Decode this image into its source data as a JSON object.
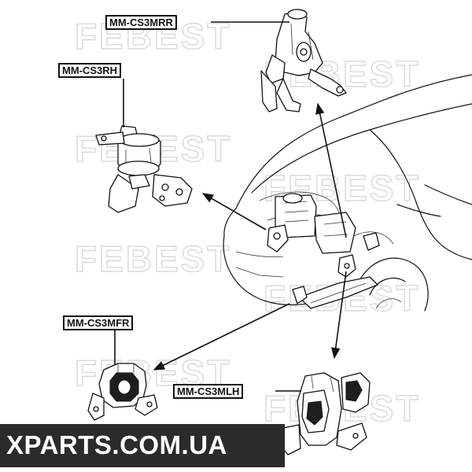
{
  "labels": {
    "rear_right": "MM-CS3MRR",
    "right": "MM-CS3RH",
    "front": "MM-CS3MFR",
    "left": "MM-CS3MLH"
  },
  "watermark": {
    "brand": "FEBEST"
  },
  "banner": {
    "text": "XPARTS.COM.UA"
  },
  "colors": {
    "banner_bg": "#2b2b2b",
    "banner_text": "#ffffff",
    "watermark": "#d9d9d9",
    "line": "#111111"
  }
}
